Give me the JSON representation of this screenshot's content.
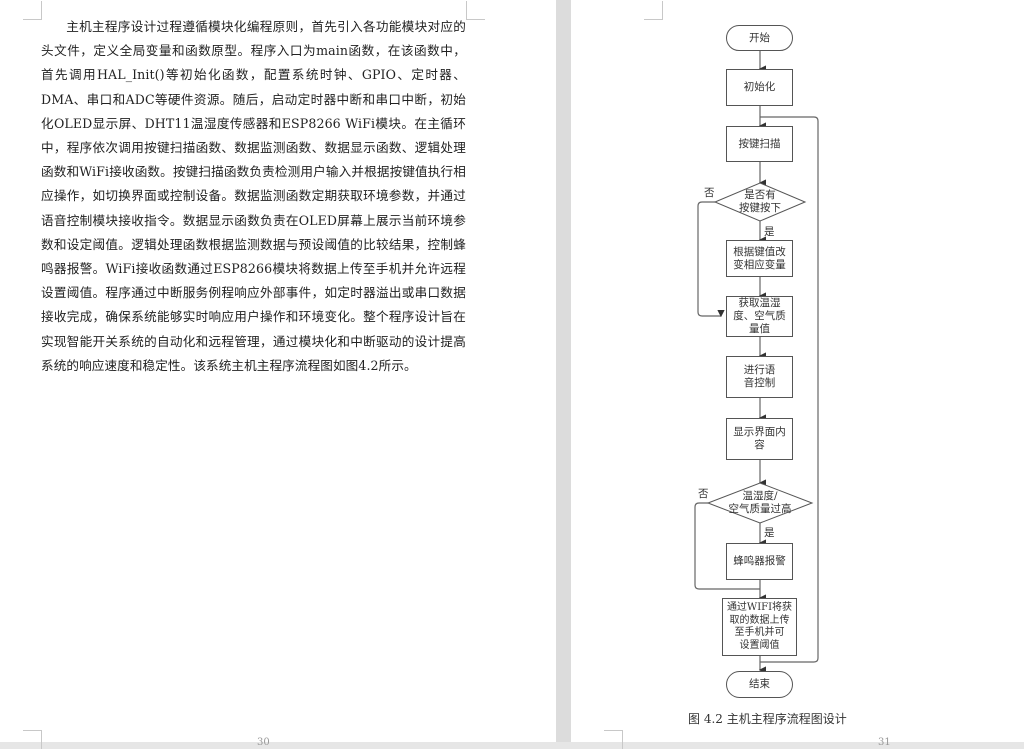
{
  "left_page": {
    "paragraph": "主机主程序设计过程遵循模块化编程原则，首先引入各功能模块对应的头文件，定义全局变量和函数原型。程序入口为main函数，在该函数中，首先调用HAL_Init()等初始化函数，配置系统时钟、GPIO、定时器、DMA、串口和ADC等硬件资源。随后，启动定时器中断和串口中断，初始化OLED显示屏、DHT11温湿度传感器和ESP8266 WiFi模块。在主循环中，程序依次调用按键扫描函数、数据监测函数、数据显示函数、逻辑处理函数和WiFi接收函数。按键扫描函数负责检测用户输入并根据按键值执行相应操作，如切换界面或控制设备。数据监测函数定期获取环境参数，并通过语音控制模块接收指令。数据显示函数负责在OLED屏幕上展示当前环境参数和设定阈值。逻辑处理函数根据监测数据与预设阈值的比较结果，控制蜂鸣器报警。WiFi接收函数通过ESP8266模块将数据上传至手机并允许远程设置阈值。程序通过中断服务例程响应外部事件，如定时器溢出或串口数据接收完成，确保系统能够实时响应用户操作和环境变化。整个程序设计旨在实现智能开关系统的自动化和远程管理，通过模块化和中断驱动的设计提高系统的响应速度和稳定性。该系统主机主程序流程图如图4.2所示。",
    "page_number": "30"
  },
  "right_page": {
    "flowchart": {
      "start": "开始",
      "init": "初始化",
      "key_scan": "按键扫描",
      "decision_key": [
        "是否有",
        "按键按下"
      ],
      "change_var": [
        "根据键值改",
        "变相应变量"
      ],
      "get_env": [
        "获取温湿",
        "度、空气质",
        "量值"
      ],
      "voice": [
        "进行语",
        "音控制"
      ],
      "display": [
        "显示界面内",
        "容"
      ],
      "decision_env": [
        "温湿度/",
        "空气质量过高"
      ],
      "buzzer": "蜂鸣器报警",
      "wifi": [
        "通过WIFI将获",
        "取的数据上传",
        "至手机并可",
        "设置阈值"
      ],
      "end": "结束",
      "yes": "是",
      "no": "否"
    },
    "caption": "图 4.2 主机主程序流程图设计",
    "page_number": "31"
  }
}
